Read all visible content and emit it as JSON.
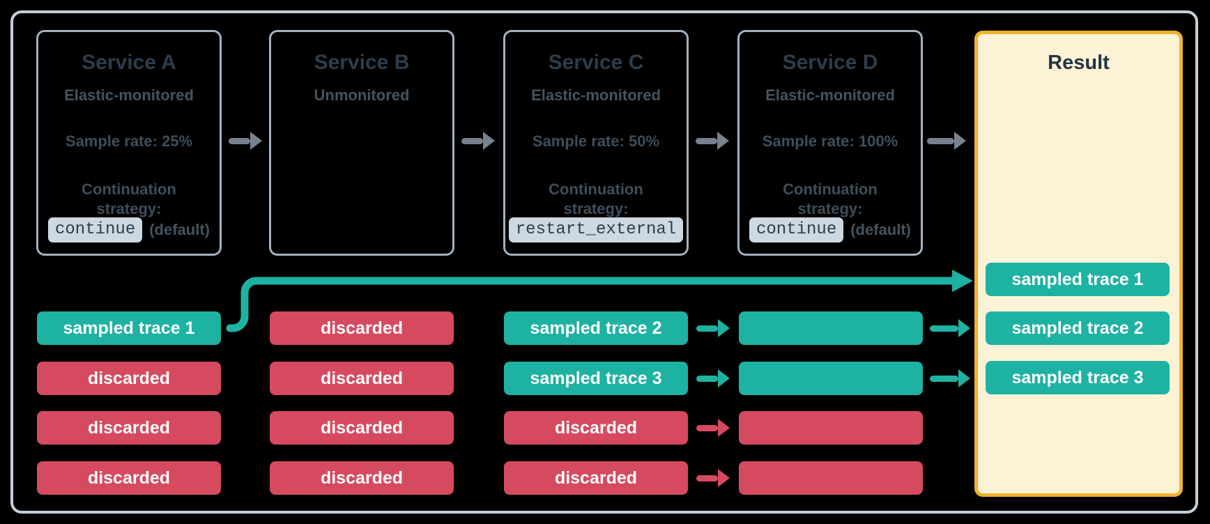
{
  "services": [
    {
      "title": "Service A",
      "subtitle": "Elastic-monitored",
      "sample_rate": "Sample rate: 25%",
      "continuation_line1": "Continuation",
      "continuation_line2": "strategy:",
      "badge": "continue",
      "badge_suffix": "(default)"
    },
    {
      "title": "Service B",
      "subtitle": "Unmonitored"
    },
    {
      "title": "Service C",
      "subtitle": "Elastic-monitored",
      "sample_rate": "Sample rate: 50%",
      "continuation_line1": "Continuation",
      "continuation_line2": "strategy:",
      "badge": "restart_external",
      "badge_suffix": ""
    },
    {
      "title": "Service D",
      "subtitle": "Elastic-monitored",
      "sample_rate": "Sample rate: 100%",
      "continuation_line1": "Continuation",
      "continuation_line2": "strategy:",
      "badge": "continue",
      "badge_suffix": "(default)"
    }
  ],
  "result": {
    "title": "Result",
    "traces": [
      {
        "label": "sampled trace 1",
        "status": "sampled"
      },
      {
        "label": "sampled trace 2",
        "status": "sampled"
      },
      {
        "label": "sampled trace 3",
        "status": "sampled"
      }
    ]
  },
  "trace_columns": [
    {
      "service": "Service A",
      "traces": [
        {
          "label": "sampled trace 1",
          "status": "sampled"
        },
        {
          "label": "discarded",
          "status": "discarded"
        },
        {
          "label": "discarded",
          "status": "discarded"
        },
        {
          "label": "discarded",
          "status": "discarded"
        }
      ]
    },
    {
      "service": "Service B",
      "traces": [
        {
          "label": "discarded",
          "status": "discarded"
        },
        {
          "label": "discarded",
          "status": "discarded"
        },
        {
          "label": "discarded",
          "status": "discarded"
        },
        {
          "label": "discarded",
          "status": "discarded"
        }
      ]
    },
    {
      "service": "Service C",
      "traces": [
        {
          "label": "sampled trace 2",
          "status": "sampled"
        },
        {
          "label": "sampled trace 3",
          "status": "sampled"
        },
        {
          "label": "discarded",
          "status": "discarded"
        },
        {
          "label": "discarded",
          "status": "discarded"
        }
      ]
    },
    {
      "service": "Service D",
      "traces": [
        {
          "label": "",
          "status": "sampled"
        },
        {
          "label": "",
          "status": "sampled"
        },
        {
          "label": "",
          "status": "discarded"
        },
        {
          "label": "",
          "status": "discarded"
        }
      ]
    }
  ],
  "connections": {
    "service_flow": [
      "Service A → Service B",
      "Service B → Service C",
      "Service C → Service D",
      "Service D → Result"
    ],
    "trace_flow": [
      "Service A: sampled trace 1 → Result: sampled trace 1",
      "Service C: sampled trace 2 → Service D → Result: sampled trace 2",
      "Service C: sampled trace 3 → Service D → Result: sampled trace 3",
      "Service C: discarded → Service D (discarded)",
      "Service C: discarded → Service D (discarded)"
    ]
  },
  "colors": {
    "sampled_teal": "#1eb2a2",
    "discarded_red": "#d64a5f",
    "result_border": "#f1b32b",
    "result_fill": "#fcf3d6",
    "arrow_gray": "#76838f",
    "badge_bg": "#cdd9e2",
    "text_dark": "#2d3d4b",
    "box_border": "#a3b2c0",
    "outer_border": "#c5cfd8"
  }
}
